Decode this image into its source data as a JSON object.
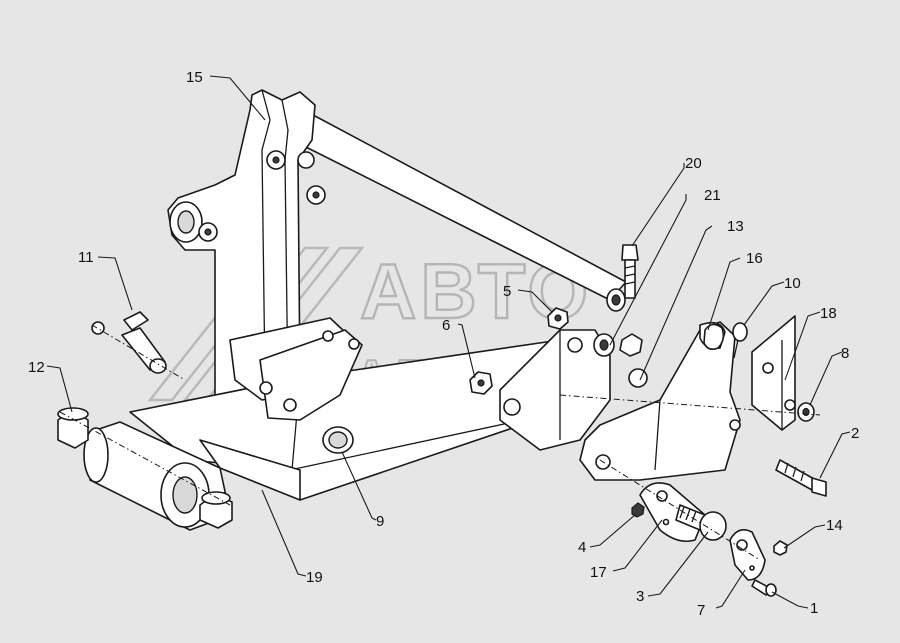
{
  "watermark": {
    "line1": "АВТО",
    "line2": "АЛЬЯНС"
  },
  "callouts": [
    {
      "id": "c1",
      "label": "1"
    },
    {
      "id": "c2",
      "label": "2"
    },
    {
      "id": "c3",
      "label": "3"
    },
    {
      "id": "c4",
      "label": "4"
    },
    {
      "id": "c5",
      "label": "5"
    },
    {
      "id": "c6",
      "label": "6"
    },
    {
      "id": "c7",
      "label": "7"
    },
    {
      "id": "c8",
      "label": "8"
    },
    {
      "id": "c9",
      "label": "9"
    },
    {
      "id": "c10",
      "label": "10"
    },
    {
      "id": "c11",
      "label": "11"
    },
    {
      "id": "c12",
      "label": "12"
    },
    {
      "id": "c13",
      "label": "13"
    },
    {
      "id": "c14",
      "label": "14"
    },
    {
      "id": "c15",
      "label": "15"
    },
    {
      "id": "c16",
      "label": "16"
    },
    {
      "id": "c17",
      "label": "17"
    },
    {
      "id": "c18",
      "label": "18"
    },
    {
      "id": "c19",
      "label": "19"
    },
    {
      "id": "c20",
      "label": "20"
    },
    {
      "id": "c21",
      "label": "21"
    }
  ]
}
